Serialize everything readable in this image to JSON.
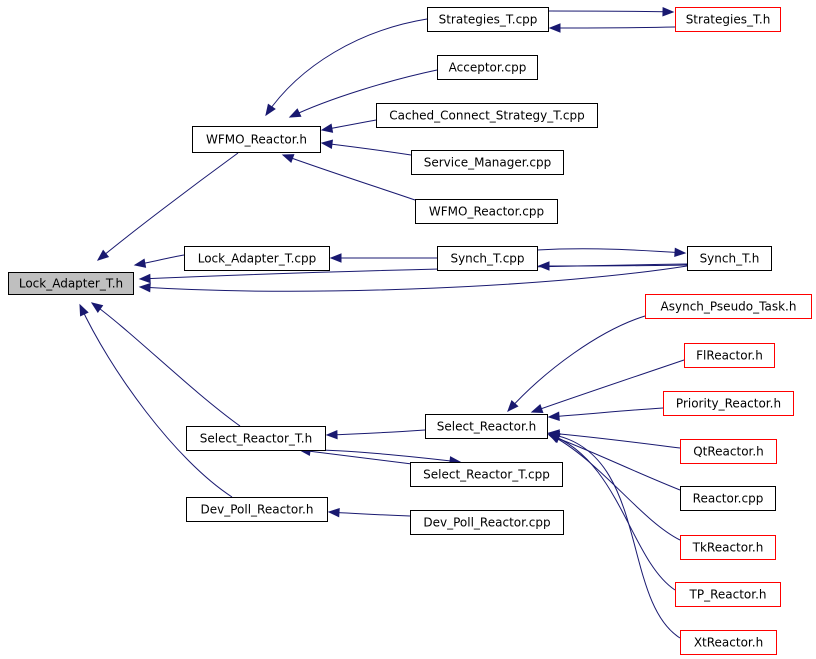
{
  "colors": {
    "edge": "#191970",
    "border_normal": "#000000",
    "border_missing": "#ff0000",
    "fill_root": "#bfbfbf",
    "fill_node": "#ffffff"
  },
  "nodes": {
    "lock_adapter_t_h": {
      "label": "Lock_Adapter_T.h",
      "style": "root"
    },
    "wfmo_reactor_h": {
      "label": "WFMO_Reactor.h",
      "style": "normal"
    },
    "strategies_t_cpp": {
      "label": "Strategies_T.cpp",
      "style": "normal"
    },
    "strategies_t_h": {
      "label": "Strategies_T.h",
      "style": "missing"
    },
    "acceptor_cpp": {
      "label": "Acceptor.cpp",
      "style": "normal"
    },
    "cached_connect_strategy_t_cpp": {
      "label": "Cached_Connect_Strategy_T.cpp",
      "style": "normal"
    },
    "service_manager_cpp": {
      "label": "Service_Manager.cpp",
      "style": "normal"
    },
    "wfmo_reactor_cpp": {
      "label": "WFMO_Reactor.cpp",
      "style": "normal"
    },
    "lock_adapter_t_cpp": {
      "label": "Lock_Adapter_T.cpp",
      "style": "normal"
    },
    "synch_t_cpp": {
      "label": "Synch_T.cpp",
      "style": "normal"
    },
    "synch_t_h": {
      "label": "Synch_T.h",
      "style": "normal"
    },
    "asynch_pseudo_task_h": {
      "label": "Asynch_Pseudo_Task.h",
      "style": "missing"
    },
    "flreactor_h": {
      "label": "FlReactor.h",
      "style": "missing"
    },
    "priority_reactor_h": {
      "label": "Priority_Reactor.h",
      "style": "missing"
    },
    "select_reactor_h": {
      "label": "Select_Reactor.h",
      "style": "normal"
    },
    "qtreactor_h": {
      "label": "QtReactor.h",
      "style": "missing"
    },
    "select_reactor_t_h": {
      "label": "Select_Reactor_T.h",
      "style": "normal"
    },
    "select_reactor_t_cpp": {
      "label": "Select_Reactor_T.cpp",
      "style": "normal"
    },
    "reactor_cpp": {
      "label": "Reactor.cpp",
      "style": "normal"
    },
    "dev_poll_reactor_h": {
      "label": "Dev_Poll_Reactor.h",
      "style": "normal"
    },
    "dev_poll_reactor_cpp": {
      "label": "Dev_Poll_Reactor.cpp",
      "style": "normal"
    },
    "tkreactor_h": {
      "label": "TkReactor.h",
      "style": "missing"
    },
    "tp_reactor_h": {
      "label": "TP_Reactor.h",
      "style": "missing"
    },
    "xtreactor_h": {
      "label": "XtReactor.h",
      "style": "missing"
    }
  },
  "edges": [
    {
      "from": "wfmo_reactor_h",
      "to": "lock_adapter_t_h"
    },
    {
      "from": "lock_adapter_t_cpp",
      "to": "lock_adapter_t_h"
    },
    {
      "from": "synch_t_h",
      "to": "lock_adapter_t_h"
    },
    {
      "from": "select_reactor_t_h",
      "to": "lock_adapter_t_h"
    },
    {
      "from": "dev_poll_reactor_h",
      "to": "lock_adapter_t_h"
    },
    {
      "from": "strategies_t_cpp",
      "to": "wfmo_reactor_h"
    },
    {
      "from": "acceptor_cpp",
      "to": "wfmo_reactor_h"
    },
    {
      "from": "cached_connect_strategy_t_cpp",
      "to": "wfmo_reactor_h"
    },
    {
      "from": "service_manager_cpp",
      "to": "wfmo_reactor_h"
    },
    {
      "from": "wfmo_reactor_cpp",
      "to": "wfmo_reactor_h"
    },
    {
      "from": "strategies_t_cpp",
      "to": "strategies_t_h"
    },
    {
      "from": "strategies_t_h",
      "to": "strategies_t_cpp"
    },
    {
      "from": "synch_t_h",
      "to": "lock_adapter_t_cpp"
    },
    {
      "from": "synch_t_cpp",
      "to": "lock_adapter_t_cpp"
    },
    {
      "from": "synch_t_cpp",
      "to": "synch_t_h"
    },
    {
      "from": "synch_t_h",
      "to": "synch_t_cpp"
    },
    {
      "from": "select_reactor_h",
      "to": "select_reactor_t_h"
    },
    {
      "from": "select_reactor_t_cpp",
      "to": "select_reactor_t_h"
    },
    {
      "from": "select_reactor_t_h",
      "to": "select_reactor_t_cpp"
    },
    {
      "from": "dev_poll_reactor_cpp",
      "to": "dev_poll_reactor_h"
    },
    {
      "from": "asynch_pseudo_task_h",
      "to": "select_reactor_h"
    },
    {
      "from": "flreactor_h",
      "to": "select_reactor_h"
    },
    {
      "from": "priority_reactor_h",
      "to": "select_reactor_h"
    },
    {
      "from": "qtreactor_h",
      "to": "select_reactor_h"
    },
    {
      "from": "reactor_cpp",
      "to": "select_reactor_h"
    },
    {
      "from": "tkreactor_h",
      "to": "select_reactor_h"
    },
    {
      "from": "tp_reactor_h",
      "to": "select_reactor_h"
    },
    {
      "from": "xtreactor_h",
      "to": "select_reactor_h"
    }
  ]
}
